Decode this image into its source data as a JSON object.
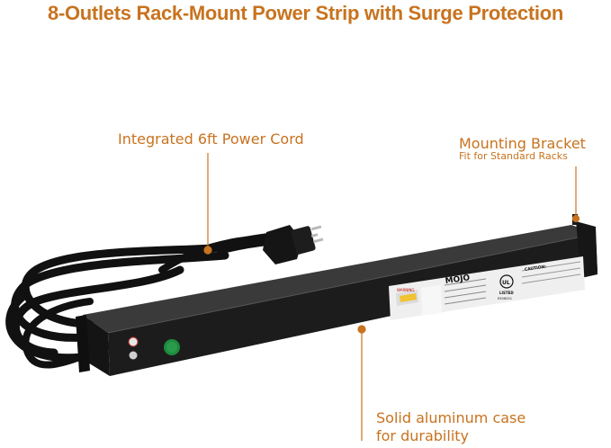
{
  "title": "8-Outlets Rack-Mount Power Strip with Surge Protection",
  "callouts": {
    "cord": {
      "label": "Integrated 6ft Power Cord"
    },
    "bracket": {
      "label": "Mounting Bracket",
      "sublabel": "Fit for Standard Racks"
    },
    "case": {
      "line1": "Solid aluminum case",
      "line2": "for durability"
    }
  },
  "product": {
    "brand_logo": "MOJO",
    "label_heading": "WARNING",
    "caution_heading": "CAUTION:",
    "ul_mark": "UL",
    "ul_listed": "LISTED",
    "ul_number": "E506251"
  },
  "colors": {
    "accent": "#c8731f",
    "body": "#1c1c1c",
    "label": "#efefef"
  }
}
